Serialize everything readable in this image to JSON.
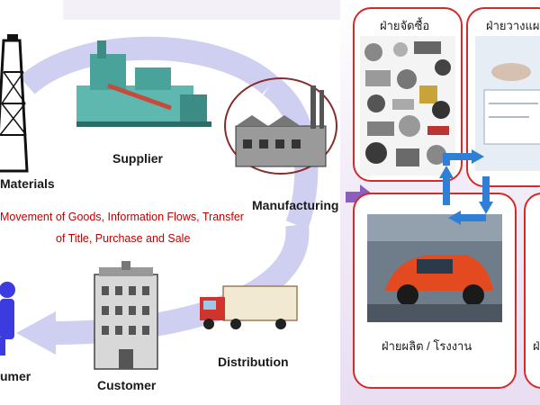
{
  "left": {
    "labels": {
      "materials": "Materials",
      "supplier": "Supplier",
      "manufacturing": "Manufacturing",
      "distribution": "Distribution",
      "customer": "Customer",
      "consumer": "umer"
    },
    "description_line1": "Movement of Goods, Information Flows,    Transfer",
    "description_line2": "of Title,  Purchase and Sale"
  },
  "right": {
    "panels": {
      "purchasing": "ฝ่ายจัดซื้อ",
      "planning": "ฝ่ายวางแผ",
      "production": "ฝ่ายผลิต / โรงงาน",
      "partial": "ฝ่"
    }
  },
  "colors": {
    "flow_arrow": "#c8c8f0",
    "panel_border": "#d42a2a",
    "red_text": "#c00000",
    "cycle_blue": "#2f7fd6",
    "transition_arrow": "#8a5fbf"
  }
}
